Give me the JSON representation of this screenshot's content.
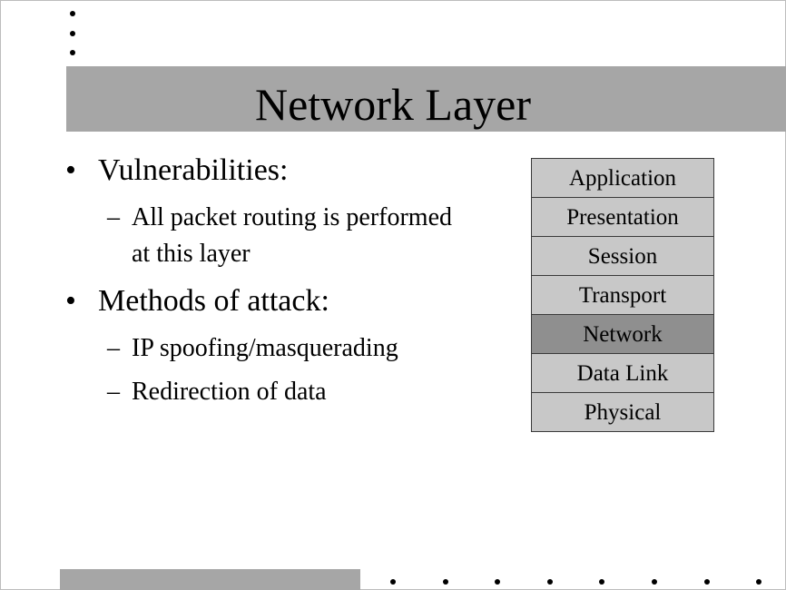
{
  "slide": {
    "title": "Network Layer",
    "bullets": [
      {
        "text": "Vulnerabilities:",
        "subs": [
          {
            "line1": "All packet routing is performed",
            "line2": "at this layer"
          }
        ]
      },
      {
        "text": "Methods of attack:",
        "subs": [
          {
            "line1": "IP spoofing/masquerading"
          },
          {
            "line1": "Redirection of data"
          }
        ]
      }
    ],
    "bullet_marker": "•",
    "sub_marker": "–",
    "osi_layers": [
      "Application",
      "Presentation",
      "Session",
      "Transport",
      "Network",
      "Data Link",
      "Physical"
    ],
    "highlighted_layer": "Network"
  },
  "colors": {
    "title_bar": "#a6a6a6",
    "layer_fill": "#c8c8c8",
    "highlighted_layer_fill": "#8f8f8f"
  }
}
